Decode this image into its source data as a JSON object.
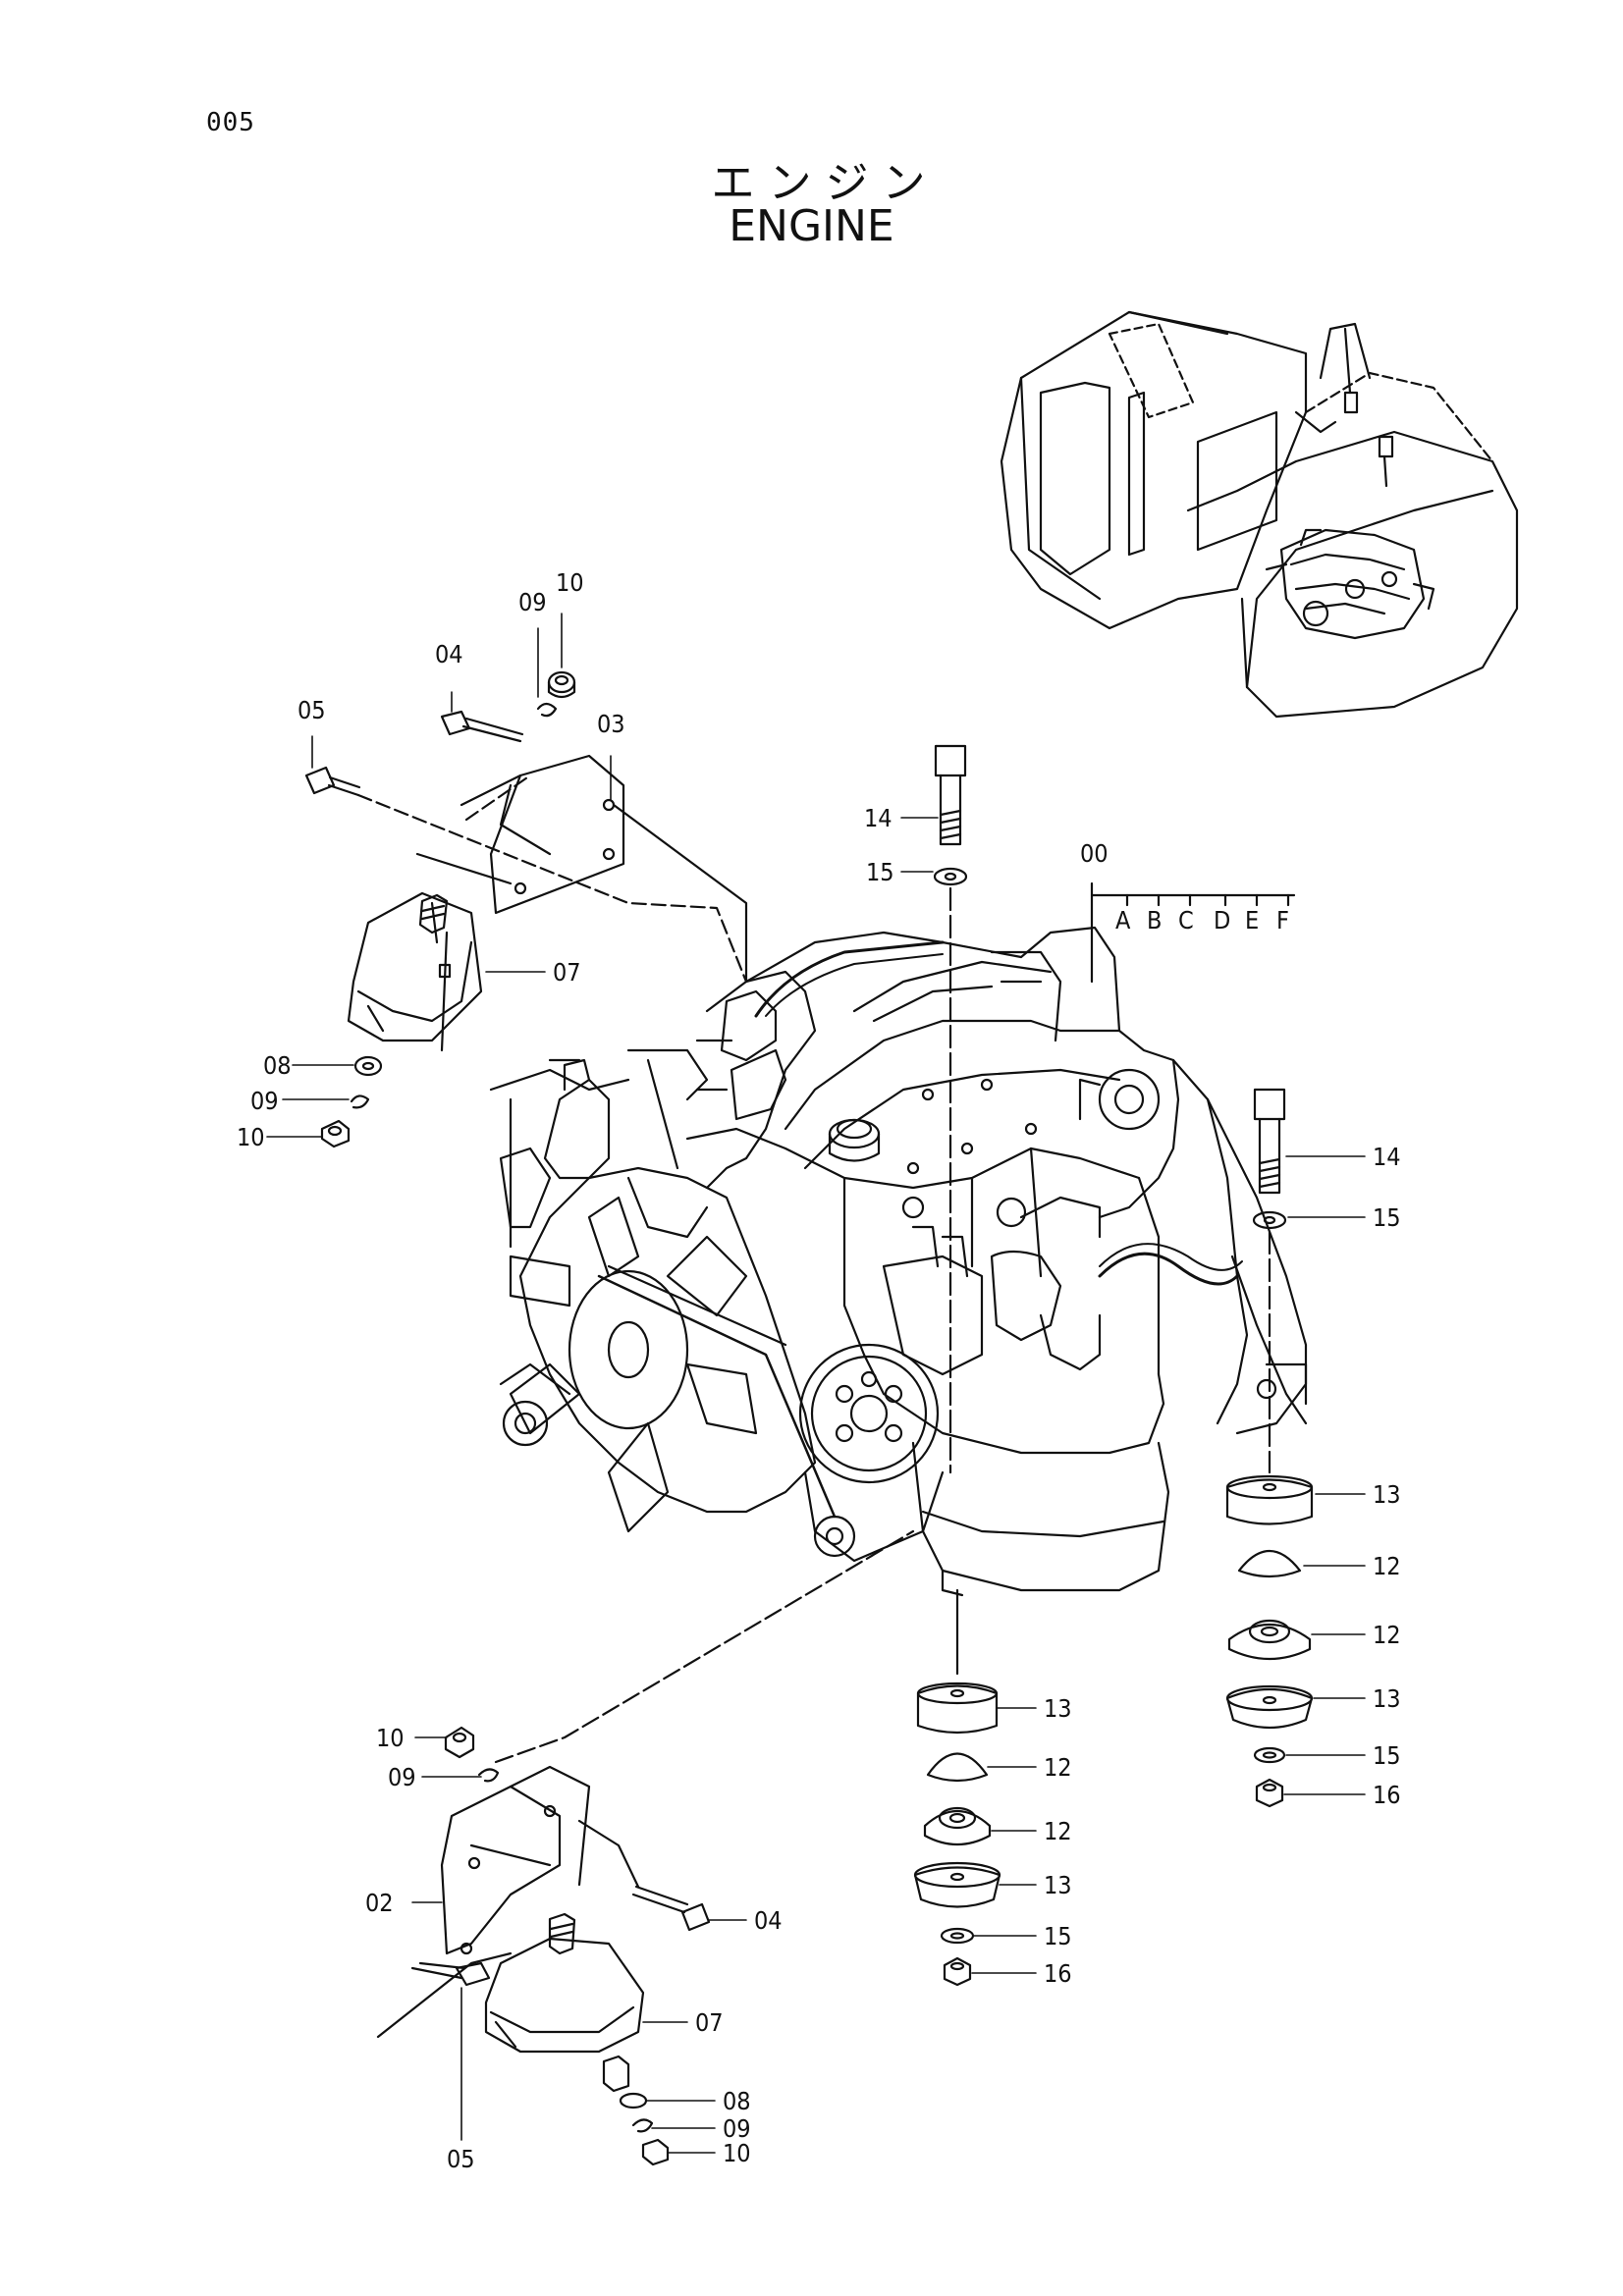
{
  "page_number": "005",
  "title_jp": "エンジン",
  "title_en": "ENGINE",
  "assembly_variants": [
    "A",
    "B",
    "C",
    "D",
    "E",
    "F"
  ],
  "callouts": {
    "assembly": "00",
    "c02": "02",
    "c03": "03",
    "c04": "04",
    "c05": "05",
    "c07": "07",
    "c08": "08",
    "c09": "09",
    "c10": "10",
    "c12": "12",
    "c13": "13",
    "c14": "14",
    "c15": "15",
    "c16": "16"
  }
}
